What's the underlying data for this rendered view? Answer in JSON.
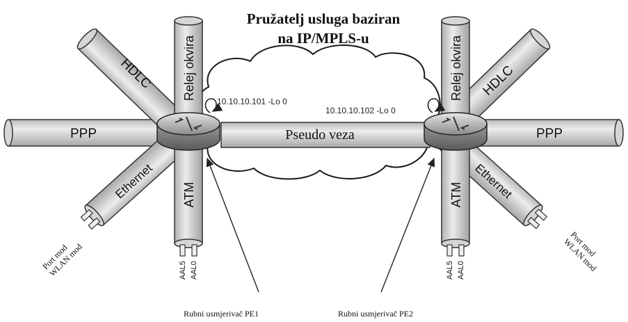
{
  "title": {
    "line1": "Pružatelj usluga baziran",
    "line2": "na IP/MPLS-u"
  },
  "pseudowire_label": "Pseudo veza",
  "loopbacks": {
    "left": "10.10.10.101 -Lo 0",
    "right": "10.10.10.102 -Lo 0"
  },
  "left_router": {
    "caption": "Rubni usmjerivač PE1",
    "pipes": {
      "ppp": "PPP",
      "hdlc": "HDLC",
      "frame_relay": "Relej okvira",
      "ethernet": "Ethernet",
      "atm": "ATM"
    },
    "ethernet_modes": [
      "Port mod",
      "WLAN mod"
    ],
    "atm_modes": [
      "AAL5",
      "AAL0"
    ]
  },
  "right_router": {
    "caption": "Rubni usmjerivač PE2",
    "pipes": {
      "ppp": "PPP",
      "hdlc": "HDLC",
      "frame_relay": "Relej okvira",
      "ethernet": "Ethernet",
      "atm": "ATM"
    },
    "ethernet_modes": [
      "Port mod",
      "WLAN mod"
    ],
    "atm_modes": [
      "AAL5",
      "AAL0"
    ]
  }
}
